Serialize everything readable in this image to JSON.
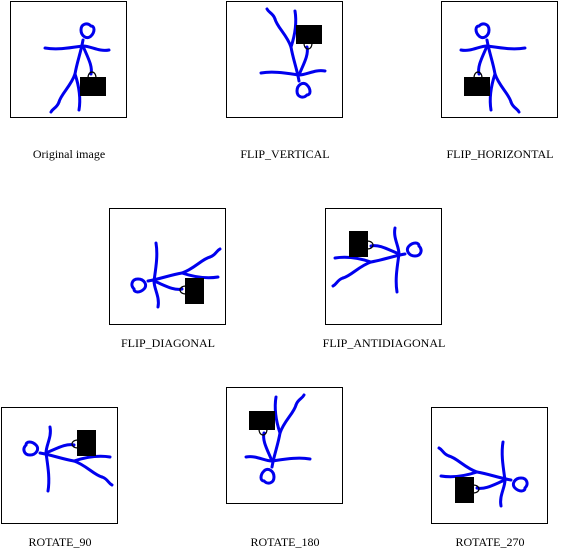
{
  "colors": {
    "figure": "#0000ee",
    "briefcase": "#000000",
    "frame": "#000000"
  },
  "panels": [
    {
      "id": "original",
      "label": "Original image",
      "transform": "none"
    },
    {
      "id": "flip-vertical",
      "label": "FLIP_VERTICAL",
      "transform": "flip_vertical"
    },
    {
      "id": "flip-horizontal",
      "label": "FLIP_HORIZONTAL",
      "transform": "flip_horizontal"
    },
    {
      "id": "flip-diagonal",
      "label": "FLIP_DIAGONAL",
      "transform": "flip_diagonal"
    },
    {
      "id": "flip-antidiagonal",
      "label": "FLIP_ANTIDIAGONAL",
      "transform": "flip_antidiagonal"
    },
    {
      "id": "rotate-90",
      "label": "ROTATE_90",
      "transform": "rotate_90"
    },
    {
      "id": "rotate-180",
      "label": "ROTATE_180",
      "transform": "rotate_180"
    },
    {
      "id": "rotate-270",
      "label": "ROTATE_270",
      "transform": "rotate_270"
    }
  ]
}
